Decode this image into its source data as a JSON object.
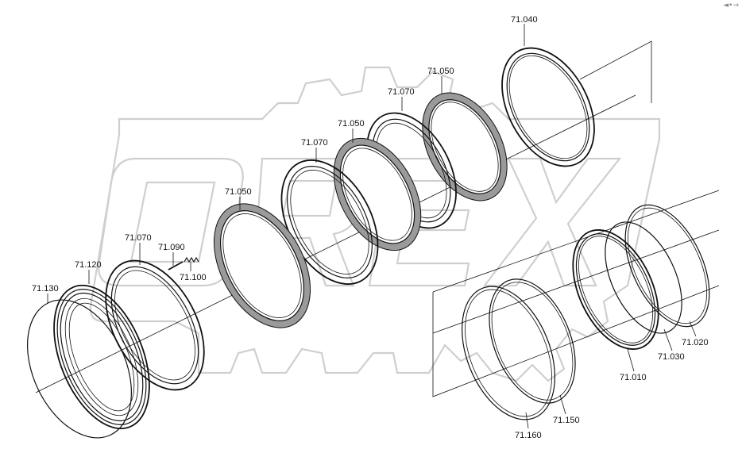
{
  "corner_mark": "◄•→",
  "watermark_logo": "OREX",
  "labels": {
    "p71040": "71.040",
    "p71050a": "71.050",
    "p71070a": "71.070",
    "p71050b": "71.050",
    "p71070b": "71.070",
    "p71050c": "71.050",
    "p71070c": "71.070",
    "p71090": "71.090",
    "p71100": "71.100",
    "p71120": "71.120",
    "p71130": "71.130",
    "p71010": "71.010",
    "p71030": "71.030",
    "p71020": "71.020",
    "p71150": "71.150",
    "p71160": "71.160"
  }
}
